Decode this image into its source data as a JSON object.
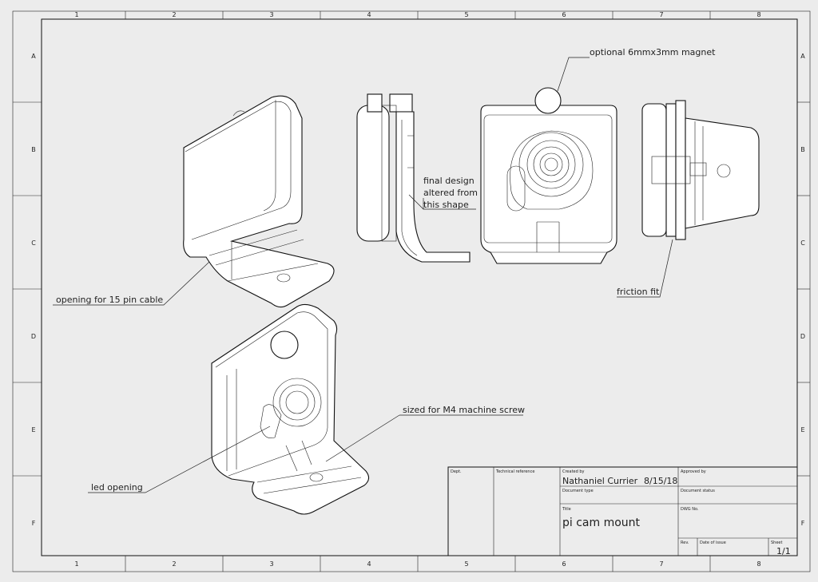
{
  "zone_columns": [
    "1",
    "2",
    "3",
    "4",
    "5",
    "6",
    "7",
    "8"
  ],
  "zone_rows": [
    "A",
    "B",
    "C",
    "D",
    "E",
    "F"
  ],
  "annotations": {
    "magnet": "optional 6mmx3mm magnet",
    "final_design_1": "final design",
    "final_design_2": "altered from",
    "final_design_3": "this shape",
    "friction_fit": "friction fit",
    "cable_opening": "opening for 15 pin cable",
    "screw": "sized for M4 machine screw",
    "led": "led opening"
  },
  "title_block": {
    "dept_label": "Dept.",
    "tech_ref_label": "Technical reference",
    "created_by_label": "Created by",
    "created_by": "Nathaniel Currier",
    "created_date": "8/15/18",
    "approved_by_label": "Approved by",
    "doc_type_label": "Document type",
    "doc_status_label": "Document status",
    "title_label": "Title",
    "title": "pi cam mount",
    "dwg_no_label": "DWG No.",
    "rev_label": "Rev.",
    "date_of_issue_label": "Date of issue",
    "sheet_label": "Sheet",
    "sheet": "1/1"
  }
}
